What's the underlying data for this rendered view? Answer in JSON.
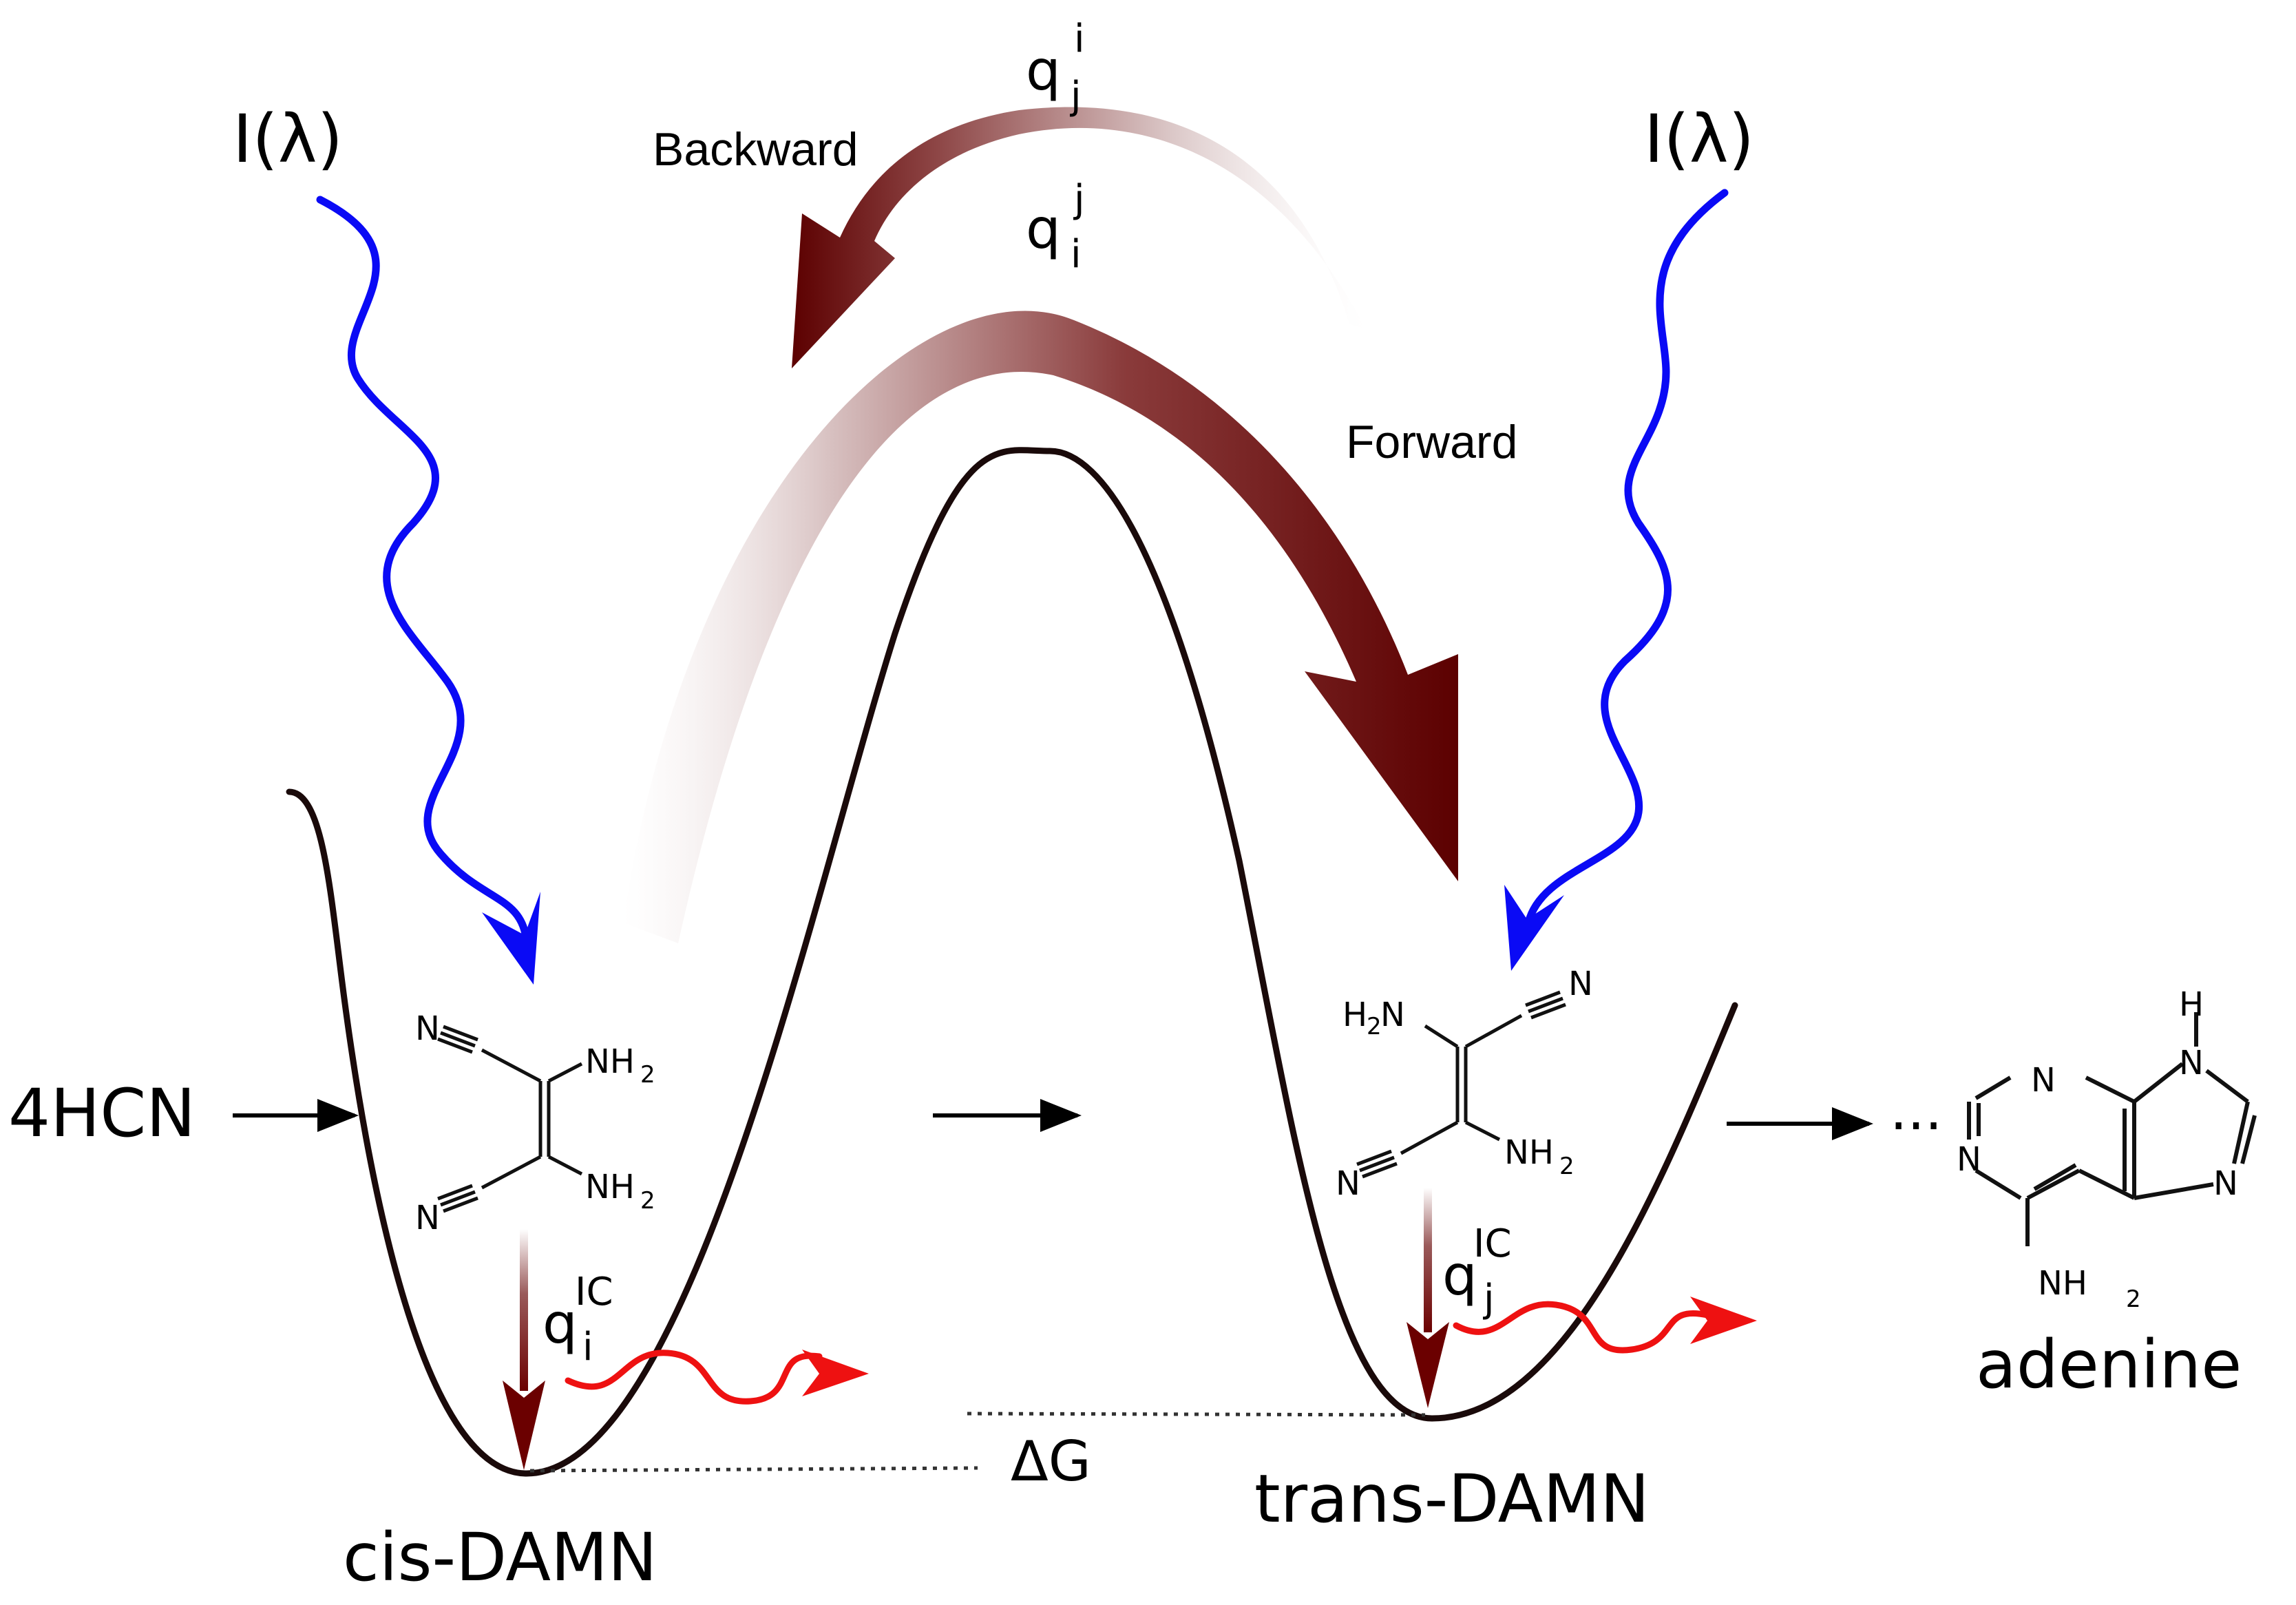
{
  "labels": {
    "light_left": "I(λ)",
    "light_right": "I(λ)",
    "backward": "Backward",
    "forward": "Forward",
    "q_top_base": "q",
    "q_top_sub": "j",
    "q_top_sup": "i",
    "q_mid_base": "q",
    "q_mid_sub": "i",
    "q_mid_sup": "j",
    "q_ic_left_base": "q",
    "q_ic_left_sub": "i",
    "q_ic_left_sup": "IC",
    "q_ic_right_base": "q",
    "q_ic_right_sub": "j",
    "q_ic_right_sup": "IC",
    "reactant": "4HCN",
    "delta_g": "ΔG",
    "cis": "cis-DAMN",
    "trans": "trans-DAMN",
    "ellipsis": "...",
    "adenine": "adenine"
  },
  "molecules": {
    "N": "N",
    "NH": "NH",
    "two": "2",
    "H": "H"
  },
  "colors": {
    "light": "#0a0af5",
    "emission": "#ee1111",
    "transfer_dark": "#5c0000",
    "transfer_light": "#d9c4c4",
    "curve": "#1a0a0a"
  }
}
